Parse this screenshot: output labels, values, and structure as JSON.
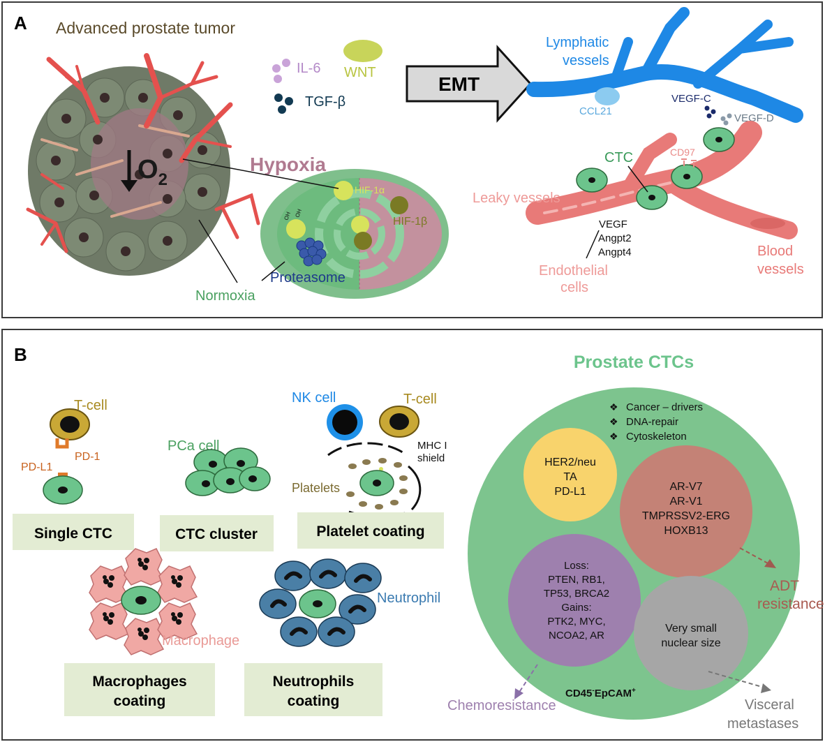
{
  "panelA": {
    "label": "A",
    "title": "Advanced prostate tumor",
    "il6": "IL-6",
    "wnt": "WNT",
    "tgfb": "TGF-β",
    "emt": "EMT",
    "lymphatic_line1": "Lymphatic",
    "lymphatic_line2": "vessels",
    "ccl21": "CCL21",
    "vegfc": "VEGF-C",
    "vegfd": "VEGF-D",
    "o2": "O",
    "o2_sub": "2",
    "hypoxia": "Hypoxia",
    "hif1a": "HIF-1α",
    "hif1b": "HIF-1β",
    "oh": "OH",
    "proteasome": "Proteasome",
    "normoxia": "Normoxia",
    "ctc": "CTC",
    "cd97": "CD97",
    "leaky": "Leaky vessels",
    "vegf": "VEGF",
    "angpt2": "Angpt2",
    "angpt4": "Angpt4",
    "endo_line1": "Endothelial",
    "endo_line2": "cells",
    "blood_line1": "Blood",
    "blood_line2": "vessels"
  },
  "panelB": {
    "label": "B",
    "tcell1": "T-cell",
    "pd1": "PD-1",
    "pdl1": "PD-L1",
    "pca": "PCa cell",
    "nk": "NK cell",
    "tcell2": "T-cell",
    "mhc_line1": "MHC I",
    "mhc_line2": "shield",
    "platelets": "Platelets",
    "single_ctc": "Single CTC",
    "ctc_cluster": "CTC cluster",
    "platelet_coating": "Platelet coating",
    "neutrophil": "Neutrophil",
    "macrophage": "Macrophage",
    "macro_line1": "Macrophages",
    "macro_line2": "coating",
    "neutro_line1": "Neutrophils",
    "neutro_line2": "coating",
    "prostate_ctcs": "Prostate CTCs",
    "bullets": [
      "Cancer – drivers",
      "DNA-repair",
      "Cytoskeleton"
    ],
    "bullet_glyph": "❖",
    "yellow": [
      "HER2/neu",
      "TA",
      "PD-L1"
    ],
    "red": [
      "AR-V7",
      "AR-V1",
      "TMPRSSV2-ERG",
      "HOXB13"
    ],
    "purple": [
      "Loss:",
      "PTEN, RB1,",
      "TP53, BRCA2",
      "Gains:",
      "PTK2, MYC,",
      "NCOA2, AR"
    ],
    "gray": [
      "Very small",
      "nuclear size"
    ],
    "adt_line1": "ADT",
    "adt_line2": "resistance",
    "chemo": "Chemoresistance",
    "visceral_line1": "Visceral",
    "visceral_line2": "metastases",
    "cd45_main": "CD45",
    "cd45_sup": "-",
    "epcam_main": "EpCAM",
    "epcam_sup": "+"
  }
}
